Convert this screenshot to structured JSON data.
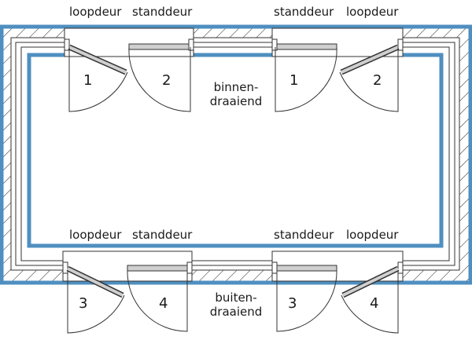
{
  "labels": {
    "loopdeur": "loopdeur",
    "standdeur": "standdeur"
  },
  "captions": {
    "top_line1": "binnen-",
    "top_line2": "draaiend",
    "bottom_line1": "buiten-",
    "bottom_line2": "draaiend"
  },
  "door_numbers": {
    "top_left_loop": "1",
    "top_left_stand": "2",
    "top_right_stand": "1",
    "top_right_loop": "2",
    "bottom_left_loop": "3",
    "bottom_left_stand": "4",
    "bottom_right_stand": "3",
    "bottom_right_loop": "4"
  },
  "colors": {
    "frame_blue": "#4f8fc0",
    "line": "#333333",
    "door_fill": "#c8c8c8"
  }
}
